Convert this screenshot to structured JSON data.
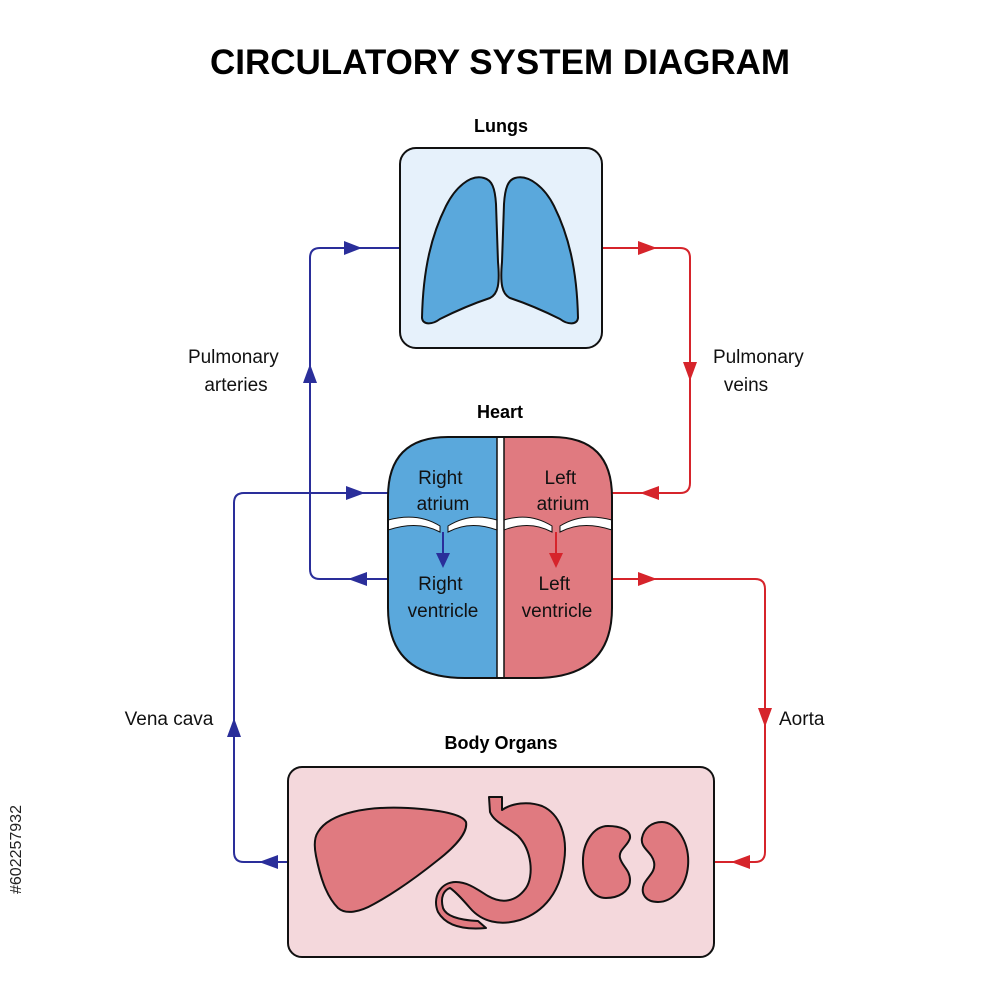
{
  "title": "CIRCULATORY SYSTEM DIAGRAM",
  "nodes": {
    "lungs": "Lungs",
    "heart": "Heart",
    "body_organs": "Body Organs"
  },
  "vessels": {
    "pulmonary_arteries": [
      "Pulmonary",
      "arteries"
    ],
    "pulmonary_veins": [
      "Pulmonary",
      "veins"
    ],
    "vena_cava": "Vena cava",
    "aorta": "Aorta"
  },
  "chambers": {
    "right_atrium": [
      "Right",
      "atrium"
    ],
    "right_ventricle": [
      "Right",
      "ventricle"
    ],
    "left_atrium": [
      "Left",
      "atrium"
    ],
    "left_ventricle": [
      "Left",
      "ventricle"
    ]
  },
  "image_id": "#602257932",
  "colors": {
    "deoxygenated": "#5aa8dc",
    "oxygenated": "#e07a80",
    "blue_line": "#2a2e9a",
    "red_line": "#d6242b",
    "lungs_box": "#e6f1fb",
    "body_box": "#f4d8dc",
    "organ_fill": "#e07a80"
  }
}
